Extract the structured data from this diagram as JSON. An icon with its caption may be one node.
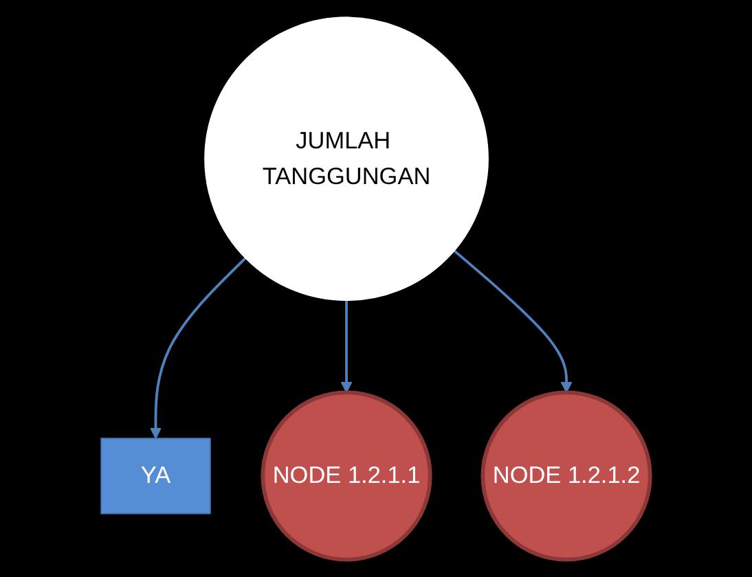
{
  "diagram": {
    "nodes": [
      {
        "text": [
          "JUMLAH TANGGUNGAN"
        ]
      },
      {
        "text": [
          "YA"
        ]
      },
      {
        "text": [
          "NODE 1.2.1.1"
        ]
      },
      {
        "text": [
          "NODE 1.2.1.2"
        ]
      }
    ],
    "edges": [
      {
        "from": 0,
        "to": 1,
        "arrow": "to"
      },
      {
        "from": 0,
        "to": 2,
        "arrow": "to"
      },
      {
        "from": 0,
        "to": 3,
        "arrow": "to"
      }
    ]
  }
}
